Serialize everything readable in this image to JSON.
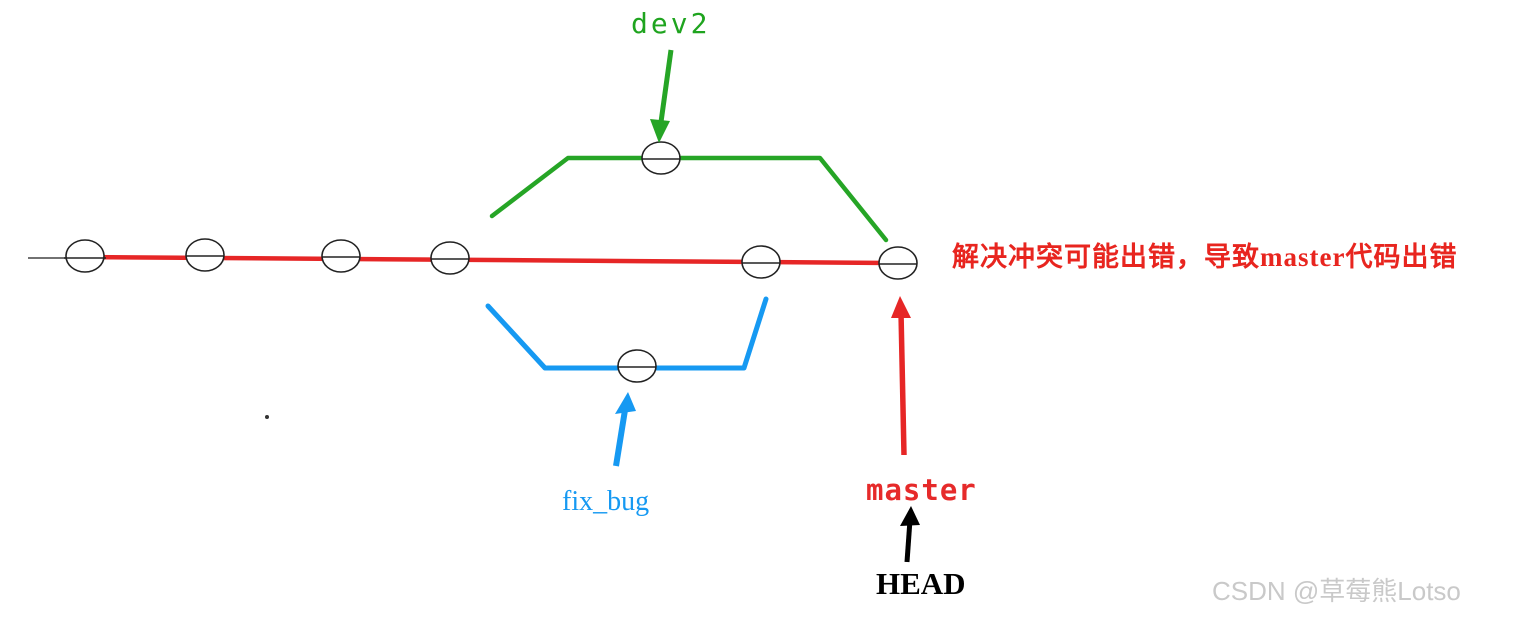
{
  "labels": {
    "dev2": "dev2",
    "fix_bug": "fix_bug",
    "master": "master",
    "head": "HEAD"
  },
  "annotation": {
    "text": "解决冲突可能出错，导致master代码出错"
  },
  "watermark": {
    "text": "CSDN @草莓熊Lotso"
  },
  "colors": {
    "dev2_green": "#26a526",
    "fix_bug_blue": "#1699f2",
    "master_red": "#e62626",
    "head_black": "#000000",
    "watermark_gray": "#c9c9c9"
  },
  "structure": {
    "master_commit_count": 6,
    "dev2_commit_count": 1,
    "fix_bug_commit_count": 1
  }
}
